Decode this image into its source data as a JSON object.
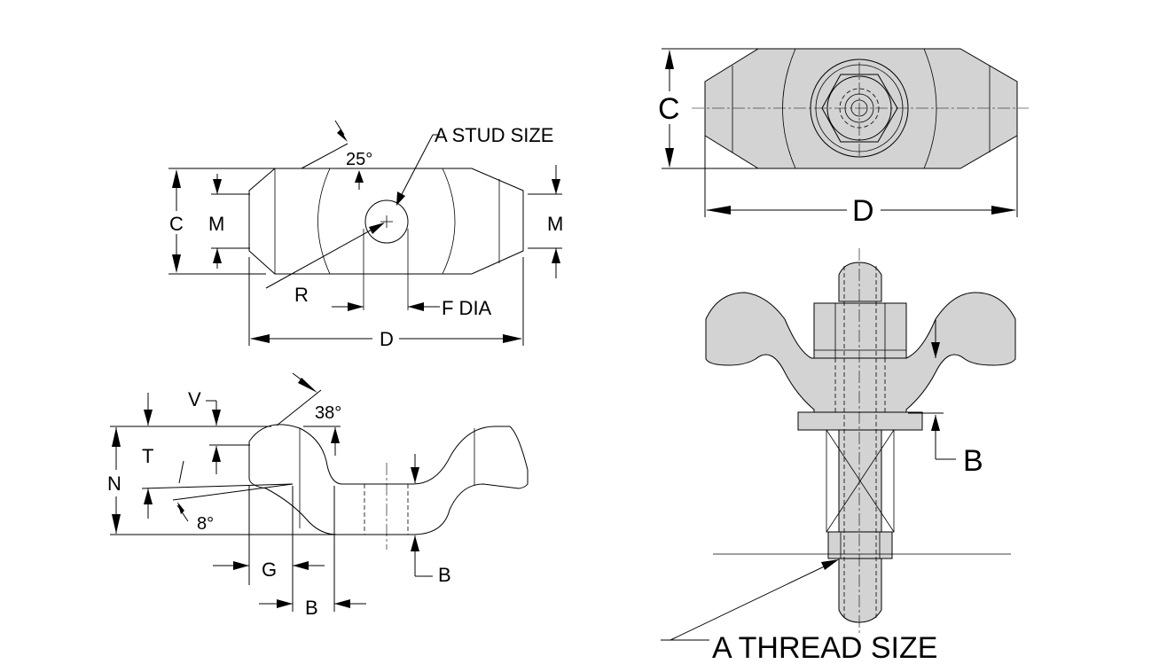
{
  "views": {
    "top_left": {
      "labels": {
        "angle": "25°",
        "stud": "A STUD SIZE",
        "c": "C",
        "m_left": "M",
        "m_right": "M",
        "r": "R",
        "f_dia": "F DIA",
        "d": "D"
      }
    },
    "side_left": {
      "labels": {
        "v": "V",
        "angle_top": "38°",
        "t": "T",
        "n": "N",
        "angle_bottom": "8°",
        "g": "G",
        "b_bottom": "B",
        "b_right": "B"
      }
    },
    "top_right": {
      "labels": {
        "c": "C",
        "d": "D"
      }
    },
    "front_right": {
      "labels": {
        "b": "B",
        "thread": "A THREAD SIZE"
      }
    }
  },
  "colors": {
    "part_fill": "#d3d3d3",
    "line": "#000000",
    "background": "#ffffff"
  }
}
